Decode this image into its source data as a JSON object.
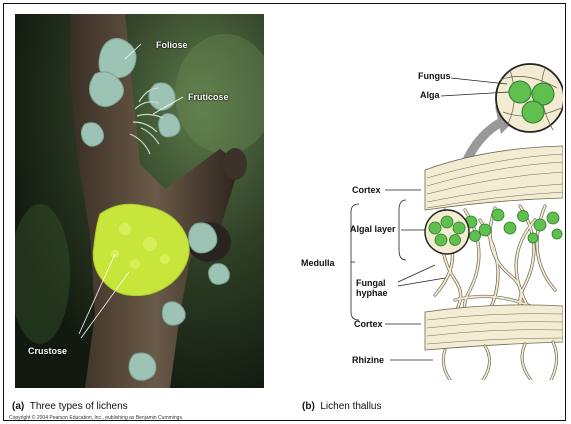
{
  "photo_panel": {
    "labels": {
      "foliose": "Foliose",
      "fruticose": "Fruticose",
      "crustose": "Crustose"
    },
    "caption_letter": "(a)",
    "caption_text": "Three types of lichens"
  },
  "diagram_panel": {
    "labels": {
      "fungus": "Fungus",
      "alga": "Alga",
      "cortex_top": "Cortex",
      "algal_layer": "Algal layer",
      "medulla": "Medulla",
      "fungal_hyphae": "Fungal\nhyphae",
      "cortex_bottom": "Cortex",
      "rhizine": "Rhizine"
    },
    "caption_letter": "(b)",
    "caption_text": "Lichen thallus"
  },
  "copyright": "Copyright © 2004 Pearson Education, Inc., publishing as Benjamin Cummings.",
  "colors": {
    "algae": "#5fbf4f",
    "hyphae_fill": "#f3ecd2",
    "hyphae_stroke": "#6f6a55",
    "crustose": "#c7e53a",
    "foliose": "#9cc3b4",
    "arrow": "#999999"
  }
}
